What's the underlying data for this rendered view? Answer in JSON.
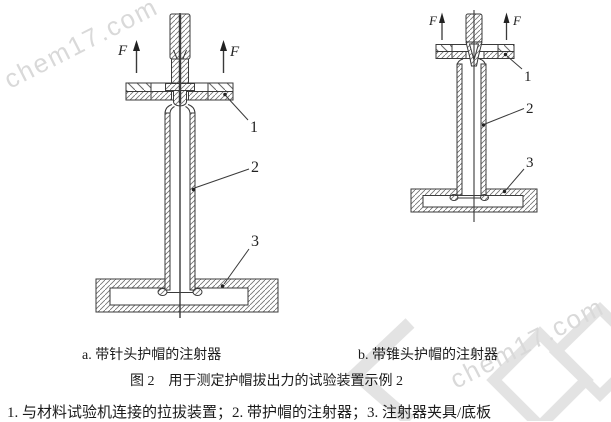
{
  "watermark": {
    "text": "chem17.com",
    "color": "#d9d9d9"
  },
  "figure": {
    "subcaption_a": "a. 带针头护帽的注射器",
    "subcaption_b": "b. 带锥头护帽的注射器",
    "title": "图 2　用于测定护帽拔出力的试验装置示例 2",
    "legend": "1. 与材料试验机连接的拉拔装置；2. 带护帽的注射器；3. 注射器夹具/底板"
  },
  "diagram_a": {
    "force_label": "F",
    "part_labels": [
      "1",
      "2",
      "3"
    ]
  },
  "diagram_b": {
    "force_label": "F",
    "part_labels": [
      "1",
      "2",
      "3"
    ]
  },
  "colors": {
    "line": "#3a3a3a",
    "hatch": "#6f6f6f",
    "text": "#1b1b1b"
  }
}
